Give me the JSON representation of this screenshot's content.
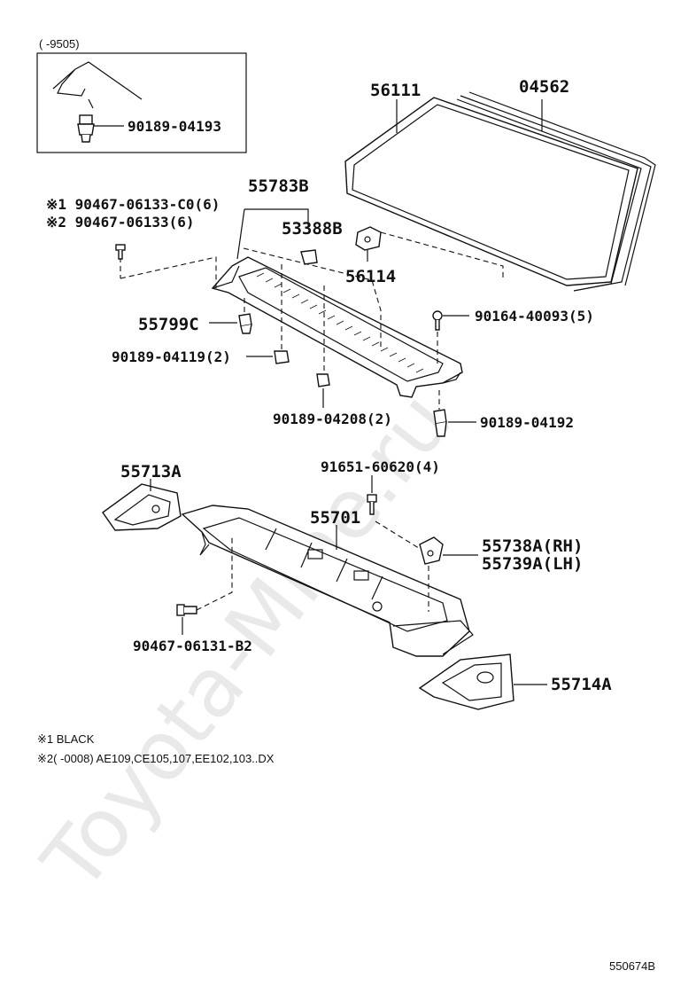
{
  "watermark": "Toyota-Mine.ru",
  "inset": {
    "range": "(       -9505)",
    "part": "90189-04193"
  },
  "parts": {
    "p56111": "56111",
    "p04562": "04562",
    "p55783B": "55783B",
    "p53388B": "53388B",
    "p56114": "56114",
    "p90467_C0": "※1 90467-06133-C0(6)",
    "p90467_6": "※2 90467-06133(6)",
    "p55799C": "55799C",
    "p90164": "90164-40093(5)",
    "p90189_04119": "90189-04119(2)",
    "p90189_04208": "90189-04208(2)",
    "p90189_04192": "90189-04192",
    "p55713A": "55713A",
    "p91651": "91651-60620(4)",
    "p55701": "55701",
    "p55738A": "55738A(RH)",
    "p55739A": "55739A(LH)",
    "p90467_B2": "90467-06131-B2",
    "p55714A": "55714A"
  },
  "notes": {
    "n1": "※1 BLACK",
    "n2": "※2(       -0008) AE109,CE105,107,EE102,103..DX"
  },
  "diagram_id": "550674B"
}
